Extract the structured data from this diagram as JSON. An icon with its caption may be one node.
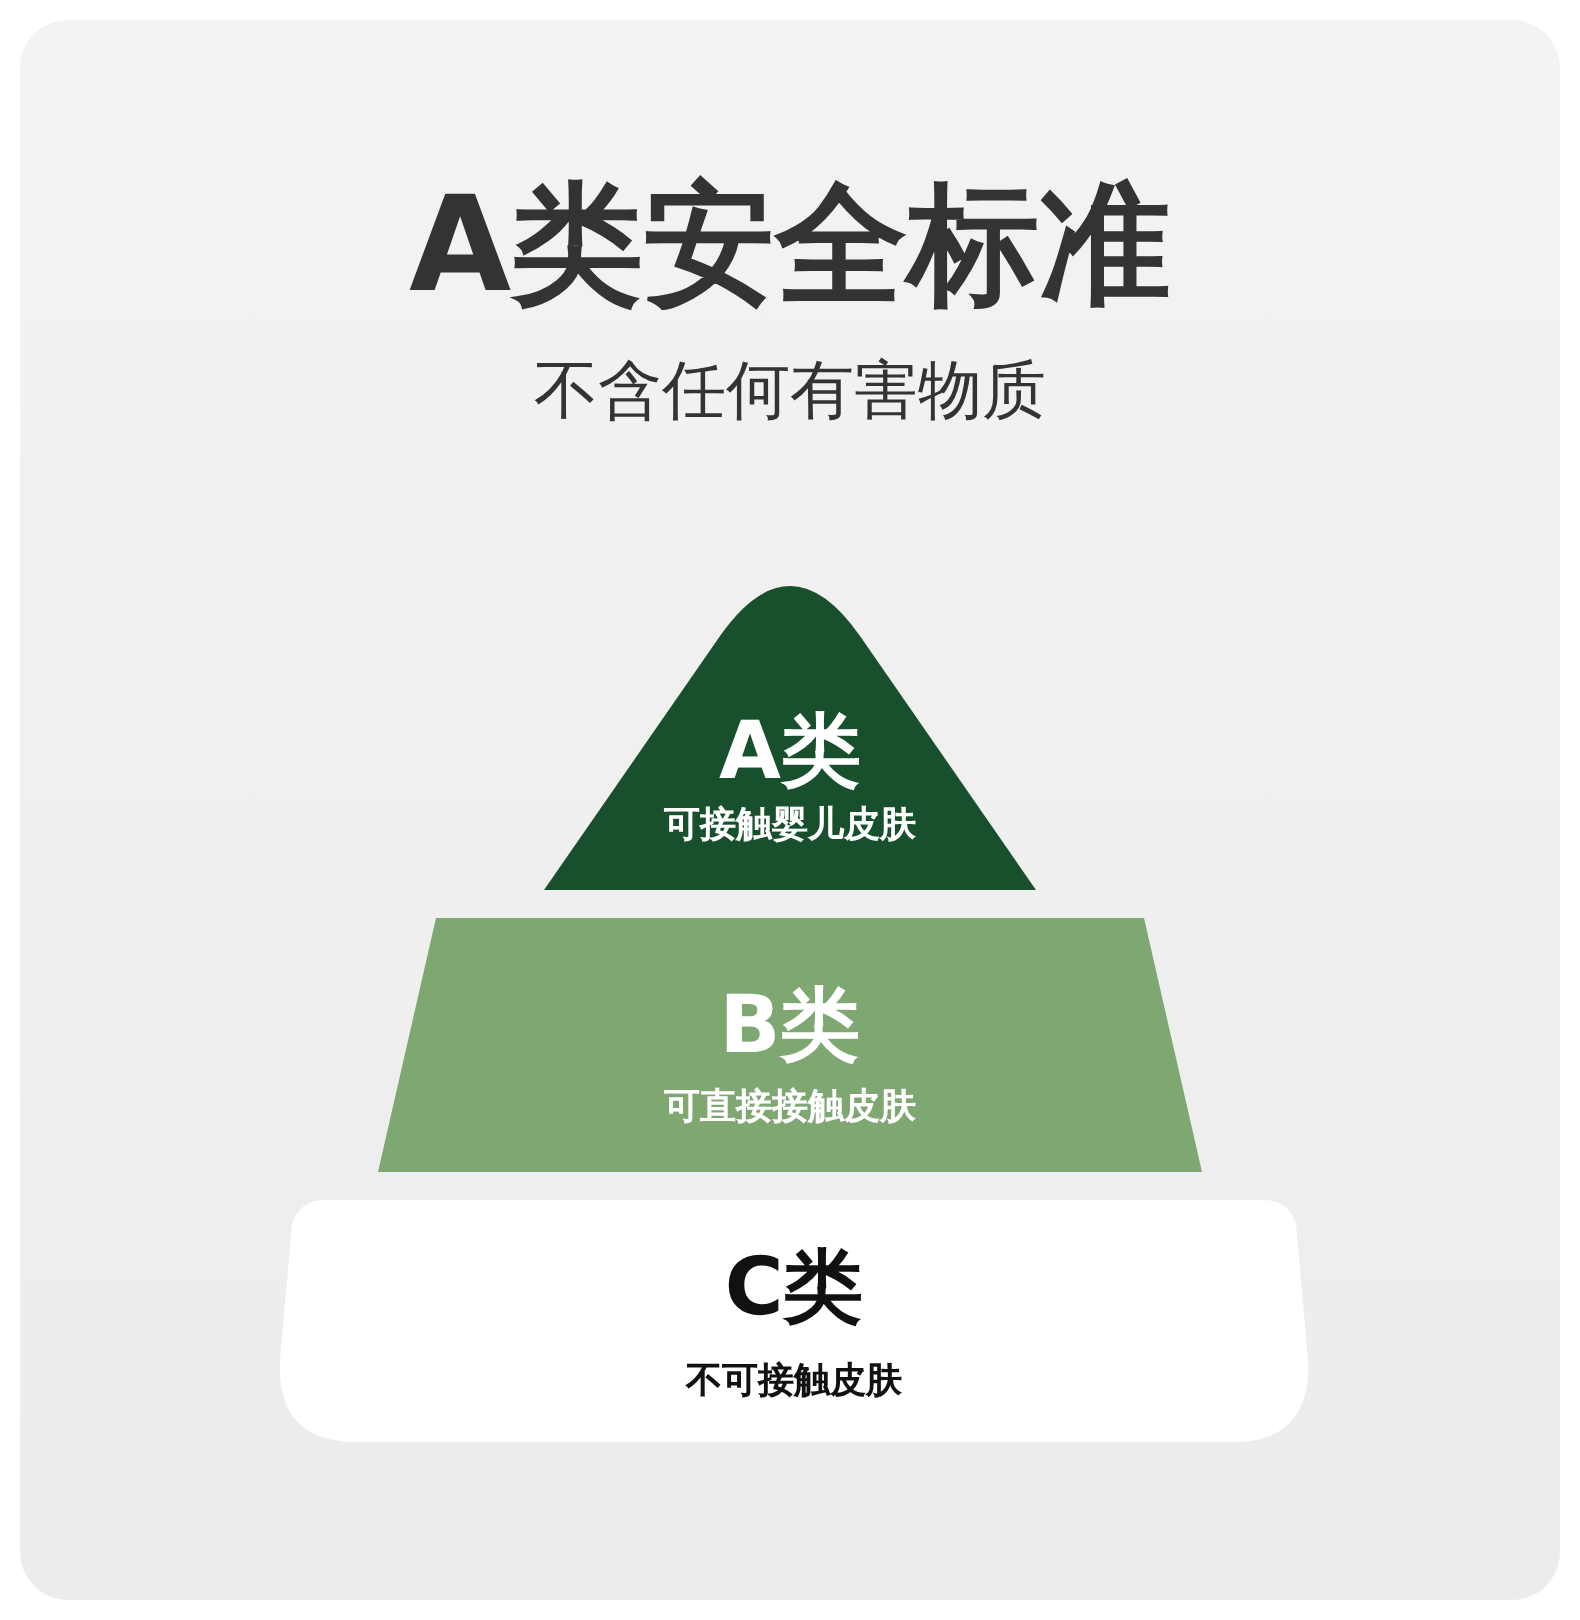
{
  "diagram": {
    "title": "A类安全标准",
    "labels": [
      "不含任何有害物质"
    ],
    "nodes": [
      {
        "text": [
          "A类",
          "可接触婴儿皮肤"
        ]
      },
      {
        "text": [
          "B类",
          "可直接接触皮肤"
        ]
      },
      {
        "text": [
          "C类",
          "不可接触皮肤"
        ]
      }
    ]
  }
}
